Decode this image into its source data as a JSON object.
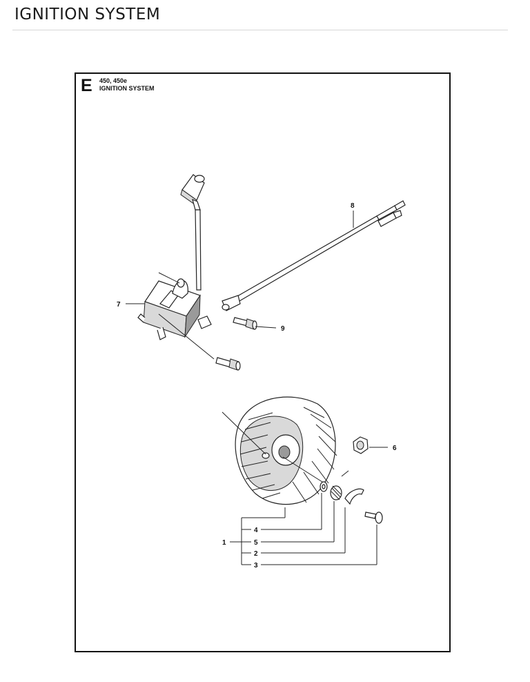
{
  "page": {
    "title": "IGNITION SYSTEM"
  },
  "diagram": {
    "section_letter": "E",
    "models": "450, 450e",
    "section_name": "IGNITION SYSTEM",
    "callouts": {
      "c1": "1",
      "c2": "2",
      "c3": "3",
      "c4": "4",
      "c5": "5",
      "c6": "6",
      "c7": "7",
      "c8": "8",
      "c9": "9"
    }
  }
}
